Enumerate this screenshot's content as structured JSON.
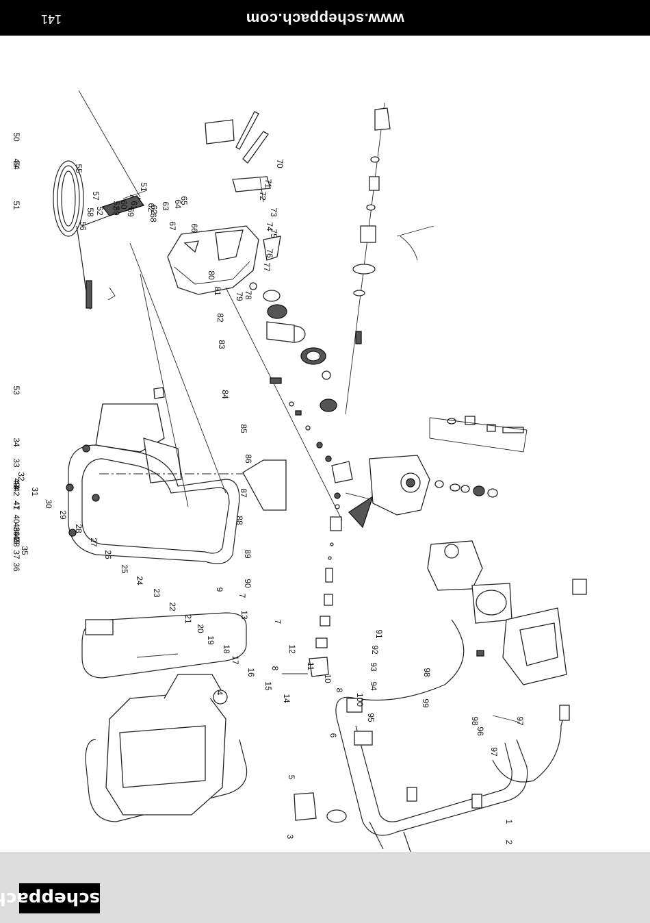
{
  "header": {
    "url": "www.scheppach.com",
    "page_number": "141"
  },
  "footer": {
    "logo_text": "scheppach"
  },
  "diagram": {
    "callouts": [
      {
        "n": "1"
      },
      {
        "n": "2"
      },
      {
        "n": "3"
      },
      {
        "n": "4"
      },
      {
        "n": "5"
      },
      {
        "n": "6"
      },
      {
        "n": "7"
      },
      {
        "n": "7"
      },
      {
        "n": "8"
      },
      {
        "n": "8"
      },
      {
        "n": "9"
      },
      {
        "n": "10"
      },
      {
        "n": "11"
      },
      {
        "n": "12"
      },
      {
        "n": "13"
      },
      {
        "n": "14"
      },
      {
        "n": "15"
      },
      {
        "n": "16"
      },
      {
        "n": "17"
      },
      {
        "n": "18"
      },
      {
        "n": "19"
      },
      {
        "n": "20"
      },
      {
        "n": "21"
      },
      {
        "n": "22"
      },
      {
        "n": "23"
      },
      {
        "n": "24"
      },
      {
        "n": "25"
      },
      {
        "n": "26"
      },
      {
        "n": "27"
      },
      {
        "n": "28"
      },
      {
        "n": "29"
      },
      {
        "n": "30"
      },
      {
        "n": "31"
      },
      {
        "n": "32"
      },
      {
        "n": "33"
      },
      {
        "n": "34"
      },
      {
        "n": "35"
      },
      {
        "n": "36"
      },
      {
        "n": "37"
      },
      {
        "n": "38"
      },
      {
        "n": "39"
      },
      {
        "n": "40"
      },
      {
        "n": "41"
      },
      {
        "n": "42"
      },
      {
        "n": "43"
      },
      {
        "n": "44"
      },
      {
        "n": "45"
      },
      {
        "n": "45"
      },
      {
        "n": "46"
      },
      {
        "n": "47"
      },
      {
        "n": "48"
      },
      {
        "n": "49"
      },
      {
        "n": "50"
      },
      {
        "n": "51"
      },
      {
        "n": "51"
      },
      {
        "n": "52"
      },
      {
        "n": "52"
      },
      {
        "n": "53"
      },
      {
        "n": "54"
      },
      {
        "n": "55"
      },
      {
        "n": "56"
      },
      {
        "n": "57"
      },
      {
        "n": "58"
      },
      {
        "n": "59"
      },
      {
        "n": "60"
      },
      {
        "n": "61"
      },
      {
        "n": "62"
      },
      {
        "n": "62"
      },
      {
        "n": "63"
      },
      {
        "n": "64"
      },
      {
        "n": "65"
      },
      {
        "n": "66"
      },
      {
        "n": "67"
      },
      {
        "n": "68"
      },
      {
        "n": "69"
      },
      {
        "n": "70"
      },
      {
        "n": "71"
      },
      {
        "n": "72"
      },
      {
        "n": "73"
      },
      {
        "n": "74"
      },
      {
        "n": "75"
      },
      {
        "n": "76"
      },
      {
        "n": "77"
      },
      {
        "n": "78"
      },
      {
        "n": "79"
      },
      {
        "n": "80"
      },
      {
        "n": "81"
      },
      {
        "n": "82"
      },
      {
        "n": "83"
      },
      {
        "n": "84"
      },
      {
        "n": "85"
      },
      {
        "n": "86"
      },
      {
        "n": "87"
      },
      {
        "n": "88"
      },
      {
        "n": "89"
      },
      {
        "n": "90"
      },
      {
        "n": "91"
      },
      {
        "n": "92"
      },
      {
        "n": "93"
      },
      {
        "n": "94"
      },
      {
        "n": "95"
      },
      {
        "n": "96"
      },
      {
        "n": "97"
      },
      {
        "n": "97"
      },
      {
        "n": "98"
      },
      {
        "n": "98"
      },
      {
        "n": "99"
      },
      {
        "n": "100"
      }
    ]
  }
}
